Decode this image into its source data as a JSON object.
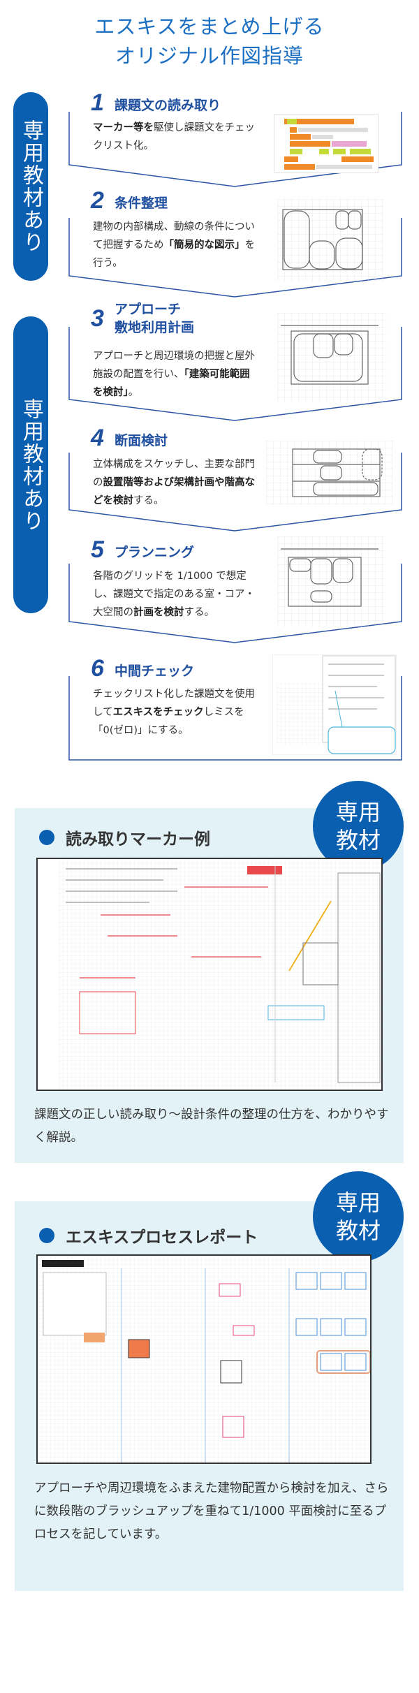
{
  "header": {
    "title_lines": [
      "エスキスをまとめ上げる",
      "オリジナル作図指導"
    ]
  },
  "side_labels": [
    "専用教材あり",
    "専用教材あり"
  ],
  "steps": [
    {
      "num": "1",
      "label": "課題文の読み取り",
      "desc": [
        {
          "t": "マーカー等を",
          "b": true
        },
        {
          "t": "駆使し課題文をチェックリスト化。",
          "b": false
        }
      ]
    },
    {
      "num": "2",
      "label": "条件整理",
      "desc": [
        {
          "t": "建物の内部構成、動線の条件について把握するため",
          "b": false
        },
        {
          "t": "「簡易的な図示」",
          "b": true
        },
        {
          "t": "を行う。",
          "b": false
        }
      ]
    },
    {
      "num": "3",
      "label": "アプローチ 敷地利用計画",
      "desc": [
        {
          "t": "アプローチと周辺環境の把握と屋外施設の配置を行い、",
          "b": false
        },
        {
          "t": "「建築可能範囲を検討」",
          "b": true
        },
        {
          "t": "。",
          "b": false
        }
      ]
    },
    {
      "num": "4",
      "label": "断面検討",
      "desc": [
        {
          "t": "立体構成をスケッチし、主要な部門の",
          "b": false
        },
        {
          "t": "設置階等および架構計画や階高などを検討",
          "b": true
        },
        {
          "t": "する。",
          "b": false
        }
      ]
    },
    {
      "num": "5",
      "label": "プランニング",
      "desc": [
        {
          "t": "各階のグリッドを 1/1000 で想定し、課題文で指定のある室・コア・大空間の",
          "b": false
        },
        {
          "t": "計画を検討",
          "b": true
        },
        {
          "t": "する。",
          "b": false
        }
      ]
    },
    {
      "num": "6",
      "label": "中間チェック",
      "desc": [
        {
          "t": "チェックリスト化した課題文を使用して",
          "b": false
        },
        {
          "t": "エスキスをチェック",
          "b": true
        },
        {
          "t": "しミスを「0(ゼロ)」にする。",
          "b": false
        }
      ]
    }
  ],
  "sections": [
    {
      "badge_lines": [
        "専用",
        "教材"
      ],
      "heading": "読み取りマーカー例",
      "text": "課題文の正しい読み取り～設計条件の整理の仕方を、わかりやすく解説。"
    },
    {
      "badge_lines": [
        "専用",
        "教材"
      ],
      "heading": "エスキスプロセスレポート",
      "text": "アプローチや周辺環境をふまえた建物配置から検討を加え、さらに数段階のブラッシュアップを重ねて1/1000 平面検討に至るプロセスを記しています。"
    }
  ],
  "colors": {
    "title_blue": "#1b6fc2",
    "brand_blue": "#0b5fb0",
    "step_blue": "#1f4f9f",
    "panel_bg": "#e2f2f6"
  }
}
